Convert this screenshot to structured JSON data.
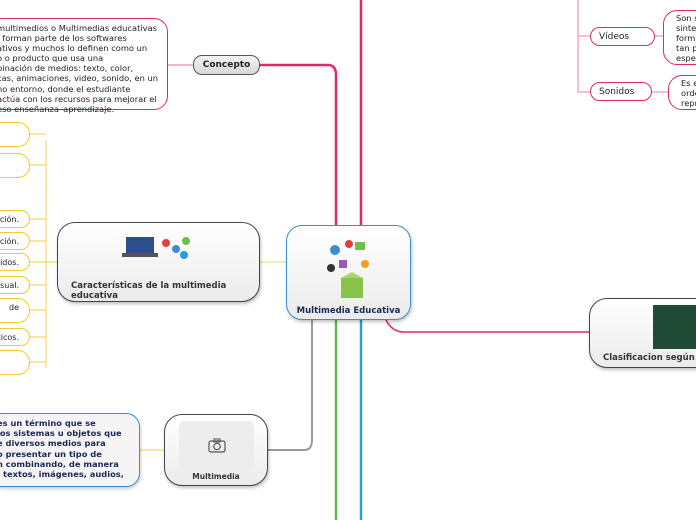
{
  "concept": {
    "label": "Concepto",
    "text": "multimedios o Multimedias educativas\n, forman parte de los softwares\nativos y muchos lo definen como un\no o producto que usa una\nbinación de medios: texto, color,\ncas, animaciones, video, sonido, en un\nno entorno, donde el estudiante\nactúa con los recursos para mejorar el\neso enseñanza–aprendizaje."
  },
  "central": {
    "label": "Multimedia Educativa"
  },
  "characteristics": {
    "label": "Características de la multimedia educativa",
    "items": [
      "",
      "",
      "ación.",
      "cción.",
      "nidos.",
      "isual.",
      "de",
      "ticos.",
      ""
    ]
  },
  "multimedia": {
    "label": "Multimedia",
    "text": " es un término que se\nlos sistemas u objetos que\ne diversos medios para\no presentar un tipo de\nn combinando, de manera\n, textos, imágenes, audios,\n."
  },
  "types": [
    {
      "label": "Vídeos",
      "text": "Son s\nsinte\nforma\ntan p\nespec"
    },
    {
      "label": "Sonidos",
      "text": "Es e\norde\nrepr"
    }
  ],
  "classification": {
    "label": "Clasificacion según e"
  },
  "colors": {
    "pink": "#e0286a",
    "blue": "#3b8fd0",
    "yellow": "#f5c932",
    "green": "#5db94a",
    "gray": "#999999"
  }
}
